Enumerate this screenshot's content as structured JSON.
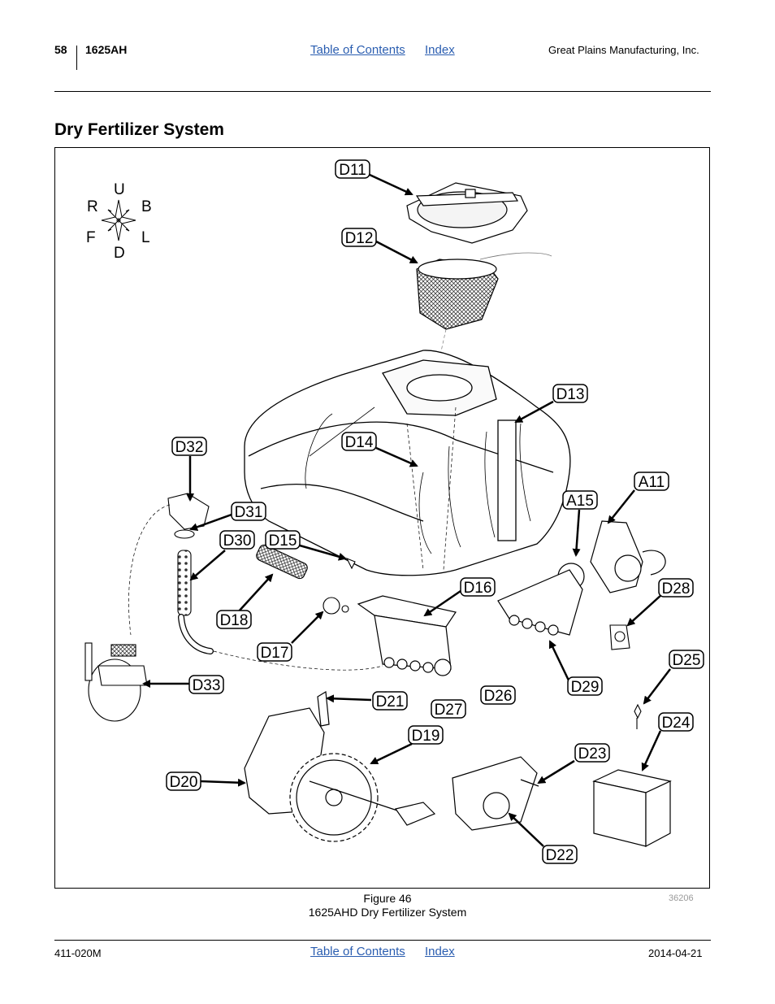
{
  "header": {
    "page_number": "58",
    "model": "1625AH",
    "toc_link": "Table of Contents",
    "index_link": "Index",
    "company": "Great Plains Manufacturing, Inc."
  },
  "section_title": "Dry Fertilizer System",
  "compass": {
    "up": "U",
    "down": "D",
    "right": "R",
    "back": "B",
    "front": "F",
    "left": "L"
  },
  "callouts": [
    "D11",
    "D12",
    "D13",
    "D14",
    "A11",
    "A15",
    "D32",
    "D31",
    "D30",
    "D15",
    "D16",
    "D28",
    "D18",
    "D17",
    "D25",
    "D33",
    "D21",
    "D26",
    "D29",
    "D27",
    "D24",
    "D19",
    "D23",
    "D20",
    "D22"
  ],
  "figure": {
    "number_label": "Figure 46",
    "caption": "1625AHD Dry Fertilizer System",
    "art_number": "36206"
  },
  "footer": {
    "doc_number": "411-020M",
    "toc_link": "Table of Contents",
    "index_link": "Index",
    "date": "2014-04-21"
  }
}
